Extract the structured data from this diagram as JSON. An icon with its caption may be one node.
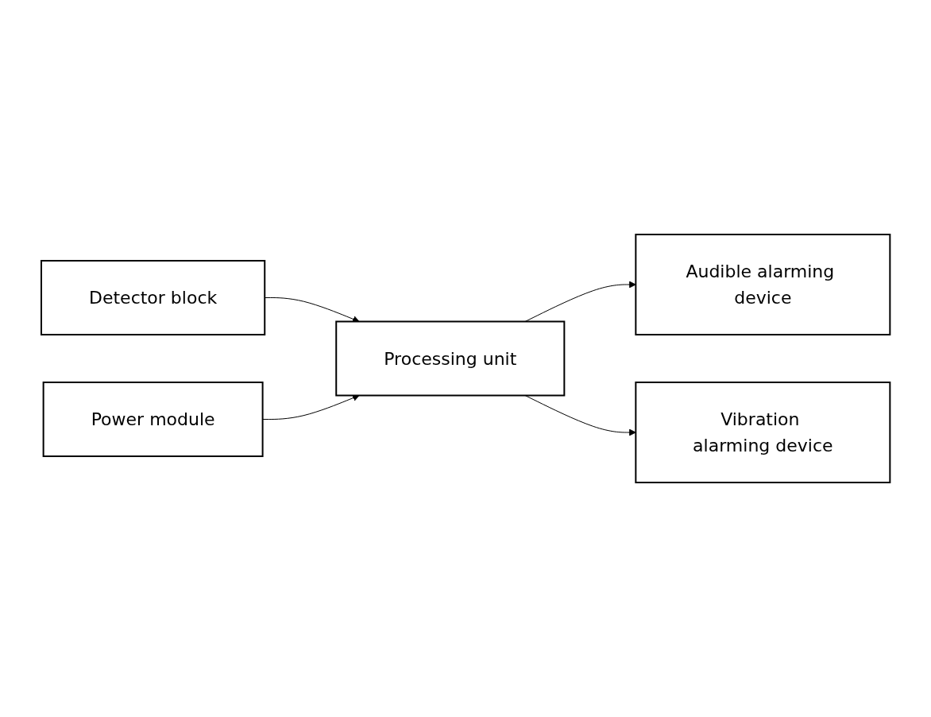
{
  "diagram": {
    "nodes": [
      {
        "text": [
          "Detector block"
        ]
      },
      {
        "text": [
          "Processing unit"
        ]
      },
      {
        "text": [
          "Audible alarming device"
        ]
      },
      {
        "text": [
          "Vibration alarming device"
        ]
      },
      {
        "text": [
          "Power module"
        ]
      }
    ],
    "edges": [
      {
        "from": 0,
        "to": 1,
        "arrow": "to"
      },
      {
        "from": 1,
        "to": 2,
        "arrow": "to"
      },
      {
        "from": 1,
        "to": 3,
        "arrow": "to"
      },
      {
        "from": 4,
        "to": 1,
        "arrow": "to"
      }
    ]
  }
}
